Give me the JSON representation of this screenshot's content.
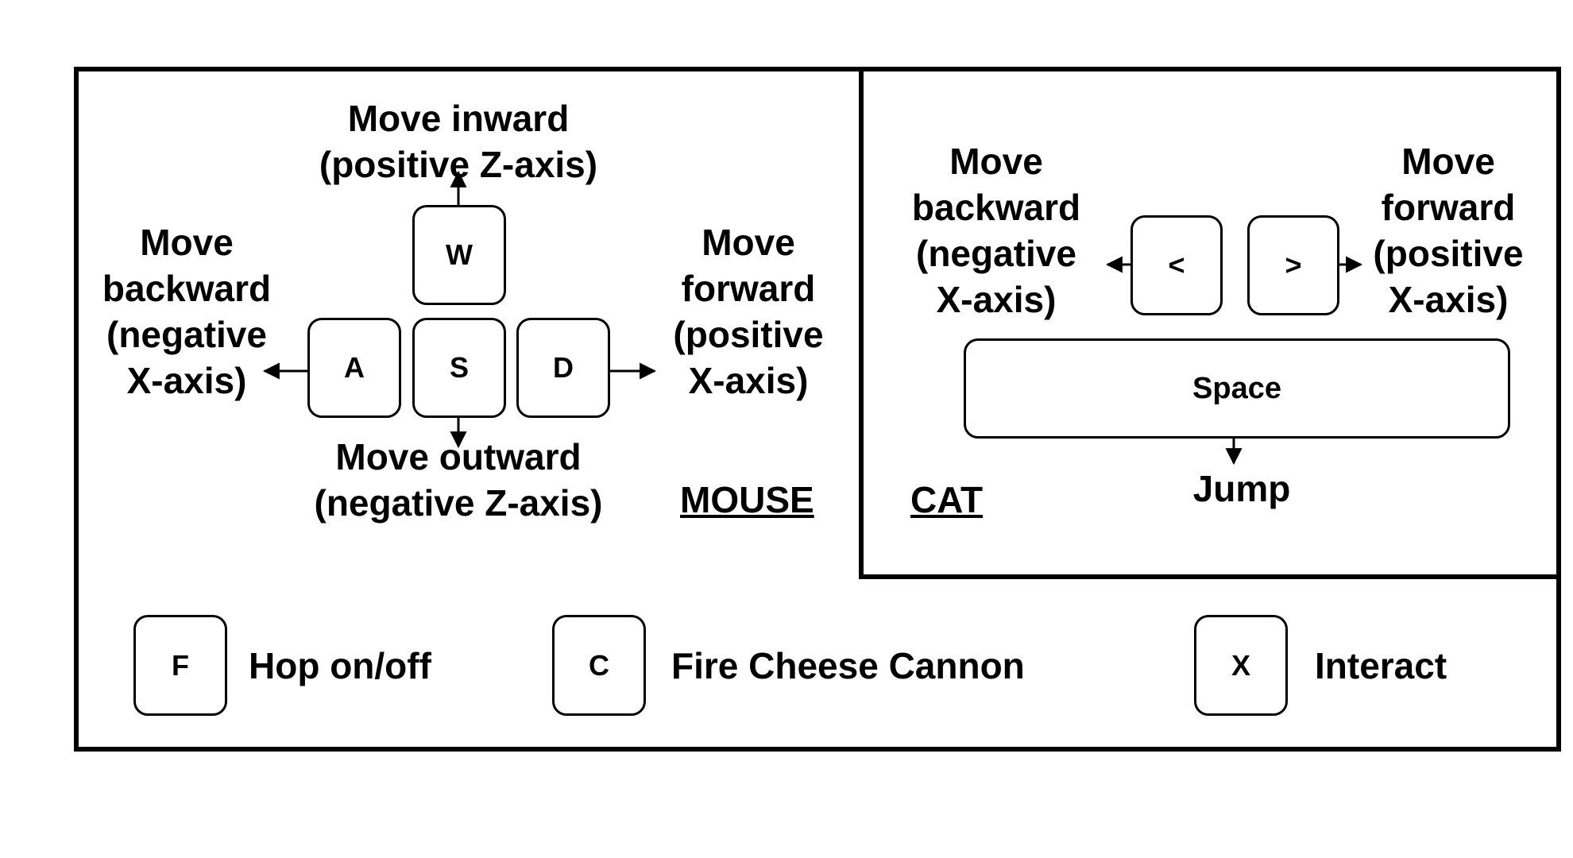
{
  "mouse": {
    "title": "MOUSE",
    "keys": {
      "up": "W",
      "left": "A",
      "down": "S",
      "right": "D"
    },
    "labels": {
      "up": [
        "Move inward",
        "(positive Z-axis)"
      ],
      "left": [
        "Move",
        "backward",
        "(negative",
        "X-axis)"
      ],
      "right": [
        "Move",
        "forward",
        "(positive",
        "X-axis)"
      ],
      "down": [
        "Move outward",
        "(negative Z-axis)"
      ]
    }
  },
  "cat": {
    "title": "CAT",
    "keys": {
      "left": "<",
      "right": ">",
      "jump": "Space"
    },
    "labels": {
      "left": [
        "Move",
        "backward",
        "(negative",
        "X-axis)"
      ],
      "right": [
        "Move",
        "forward",
        "(positive",
        "X-axis)"
      ],
      "jump": "Jump"
    }
  },
  "shared": [
    {
      "key": "F",
      "label": "Hop on/off"
    },
    {
      "key": "C",
      "label": "Fire Cheese Cannon"
    },
    {
      "key": "X",
      "label": "Interact"
    }
  ]
}
